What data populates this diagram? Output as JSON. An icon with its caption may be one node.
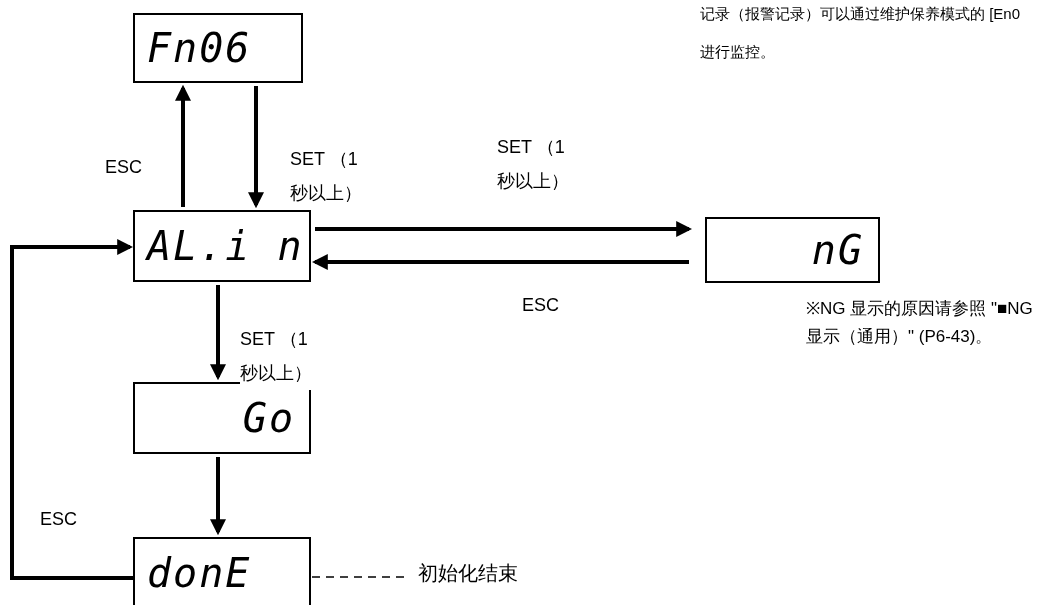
{
  "diagram": {
    "nodes": [
      {
        "text": [
          "Fn06"
        ]
      },
      {
        "text": [
          "AL.i n"
        ]
      },
      {
        "text": [
          "nG"
        ],
        "beside": [
          "※NG 显示的原因请参照 \"■NG 显示（通用）\" (P6-43)。"
        ]
      },
      {
        "text": [
          "Go"
        ]
      },
      {
        "text": [
          "donE"
        ]
      },
      {
        "text": [
          "初始化结束"
        ]
      }
    ],
    "edges": [
      {
        "from": 1,
        "to": 0,
        "arrow": "to",
        "label": "ESC"
      },
      {
        "from": 0,
        "to": 1,
        "arrow": "to",
        "label": "SET （1 秒以上）"
      },
      {
        "from": 1,
        "to": 2,
        "arrow": "to",
        "label": "SET （1 秒以上）"
      },
      {
        "from": 2,
        "to": 1,
        "arrow": "to",
        "label": "ESC"
      },
      {
        "from": 1,
        "to": 3,
        "arrow": "to",
        "label": "SET （1 秒以上）"
      },
      {
        "from": 3,
        "to": 4,
        "arrow": "to"
      },
      {
        "from": 4,
        "to": 1,
        "arrow": "to",
        "label": "ESC"
      },
      {
        "from": 4,
        "to": 5,
        "arrow": "none",
        "style": "dashed"
      }
    ],
    "labels": [
      "记录（报警记录）可以通过维护保养模式的 [En0",
      "进行监控。"
    ]
  }
}
